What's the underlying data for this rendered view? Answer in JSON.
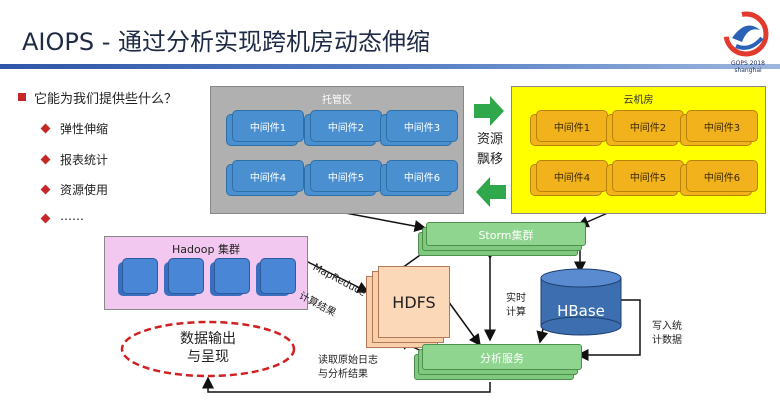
{
  "slide": {
    "title": "AIOPS - 通过分析实现跨机房动态伸缩",
    "logo_text": "GOPS 2018 shanghai",
    "question": "它能为我们提供些什么？",
    "bullets": [
      "弹性伸缩",
      "报表统计",
      "资源使用",
      "……"
    ]
  },
  "diagram": {
    "hosting_zone": {
      "label": "托管区",
      "middlewares": [
        "中间件1",
        "中间件2",
        "中间件3",
        "中间件4",
        "中间件5",
        "中间件6"
      ]
    },
    "cloud_zone": {
      "label": "云机房",
      "middlewares": [
        "中间件1",
        "中间件2",
        "中间件3",
        "中间件4",
        "中间件5",
        "中间件6"
      ]
    },
    "resource_migration": {
      "line1": "资源",
      "line2": "飘移"
    },
    "hadoop_cluster": {
      "label": "Hadoop 集群"
    },
    "storm_cluster": {
      "label": "Storm集群"
    },
    "hdfs": {
      "label": "HDFS"
    },
    "hbase": {
      "label": "HBase"
    },
    "analysis_service": {
      "label": "分析服务"
    },
    "output": {
      "line1": "数据输出",
      "line2": "与呈现"
    },
    "edge_labels": {
      "mapreduce": "MapReduce",
      "compute_result": "计算结果",
      "realtime_line1": "实时",
      "realtime_line2": "计算",
      "write_line1": "写入统",
      "write_line2": "计数据",
      "read_line1": "读取原始日志",
      "read_line2": "与分析结果"
    },
    "colors": {
      "hosting_bg": "#b0b0b0",
      "cloud_bg": "#ffff00",
      "hadoop_bg": "#f2c8f0",
      "middleware_blue": "#4a90d0",
      "middleware_yellow": "#f2b21c",
      "green_box": "#7fc97f",
      "hbase_blue": "#3d6fb0",
      "accent_red": "#c62828"
    }
  }
}
